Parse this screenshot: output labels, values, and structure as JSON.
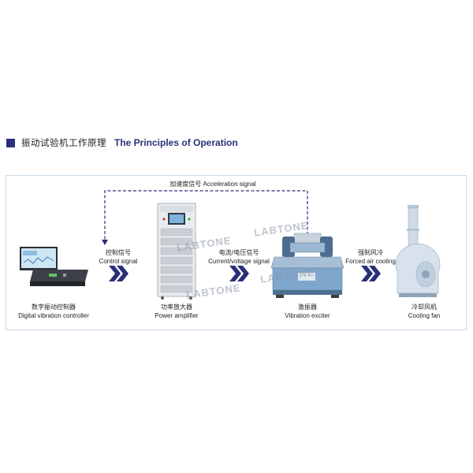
{
  "heading": {
    "title_cn": "振动试验机工作原理",
    "title_en": "The Principles of Operation",
    "accent_color": "#2a2f7a"
  },
  "feedback_signal": {
    "cn": "加速度信号",
    "en": "Acceleration signal"
  },
  "signals": [
    {
      "cn": "控制信号",
      "en": "Control signal"
    },
    {
      "cn": "电流/电压信号",
      "en": "Current/voltage signal"
    },
    {
      "cn": "强制风冷",
      "en": "Forced air cooling"
    }
  ],
  "components": [
    {
      "cn": "数字振动控制器",
      "en": "Digital vibration controller",
      "icon": "computer-controller-icon"
    },
    {
      "cn": "功率放大器",
      "en": "Power amplifier",
      "icon": "power-amplifier-cabinet-icon"
    },
    {
      "cn": "激振器",
      "en": "Vibration exciter",
      "icon": "vibration-shaker-icon"
    },
    {
      "cn": "冷却风机",
      "en": "Cooling fan",
      "icon": "cooling-fan-icon"
    }
  ],
  "watermark": "LABTONE",
  "colors": {
    "arrow": "#2a2f7a",
    "frame": "#c6d8e8",
    "equipment_blue": "#7fa6cc"
  }
}
